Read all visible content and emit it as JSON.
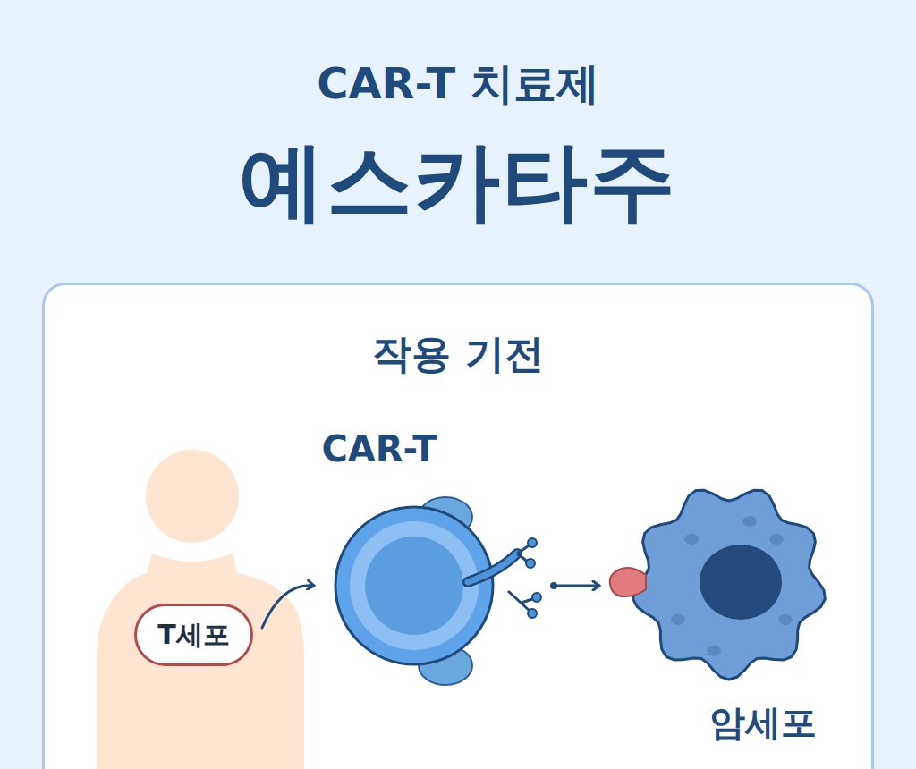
{
  "diagram": {
    "title": "CAR-T 치료제",
    "nodes": [
      {
        "text": [
          "작용 기전"
        ]
      },
      {
        "text": [
          "T세포"
        ],
        "in": 0
      },
      {
        "text": [
          "CAR-T"
        ],
        "in": 0
      },
      {
        "text": [
          "암세포"
        ],
        "in": 0
      }
    ],
    "edges": [
      {
        "from": 1,
        "to": 2,
        "arrow": "to"
      },
      {
        "from": 2,
        "to": 3,
        "arrow": "to"
      }
    ],
    "labels": [
      "예스카타주"
    ]
  }
}
